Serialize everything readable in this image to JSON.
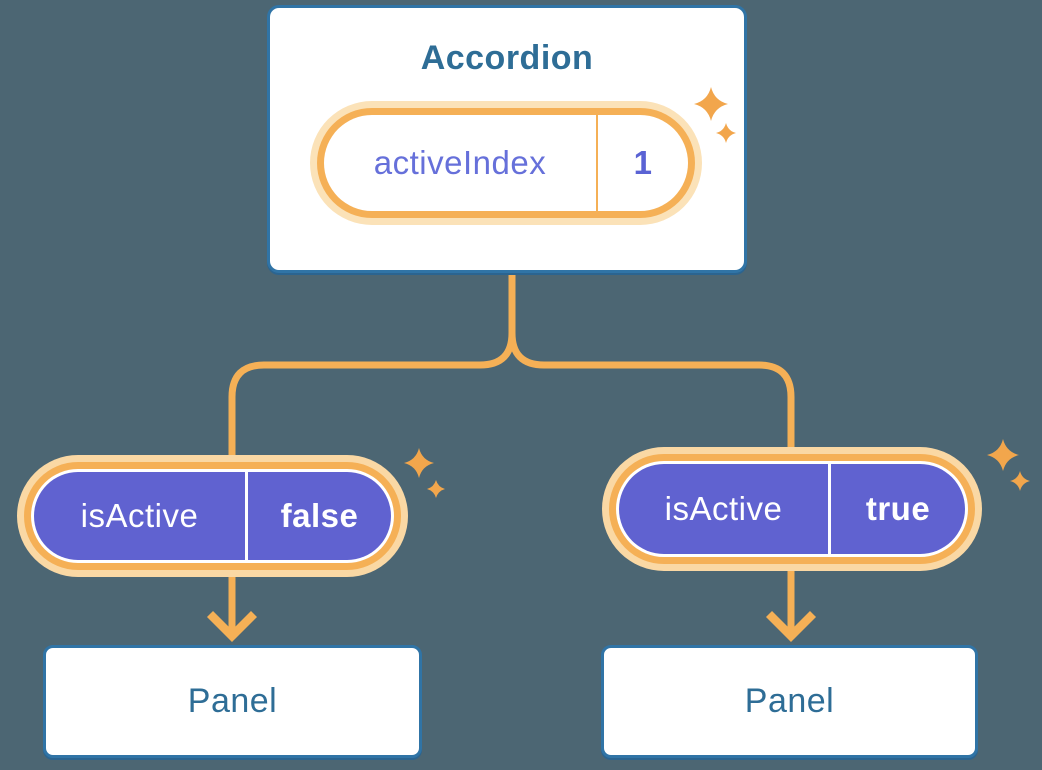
{
  "background_color": "#4C6673",
  "colors": {
    "accent_orange": "#F5B056",
    "halo_orange": "#FAD8A4",
    "purple_fill": "#6062D0",
    "purple_text": "#6670DA",
    "blue_text": "#2E6D96",
    "box_border_blue": "#3074A6",
    "sparkle_orange": "#F2A64C",
    "white": "#FFFFFF"
  },
  "accordion": {
    "title": "Accordion",
    "state_pill": {
      "name": "activeIndex",
      "value": "1"
    }
  },
  "children": [
    {
      "pill": {
        "name": "isActive",
        "value": "false"
      },
      "panel_label": "Panel"
    },
    {
      "pill": {
        "name": "isActive",
        "value": "true"
      },
      "panel_label": "Panel"
    }
  ]
}
